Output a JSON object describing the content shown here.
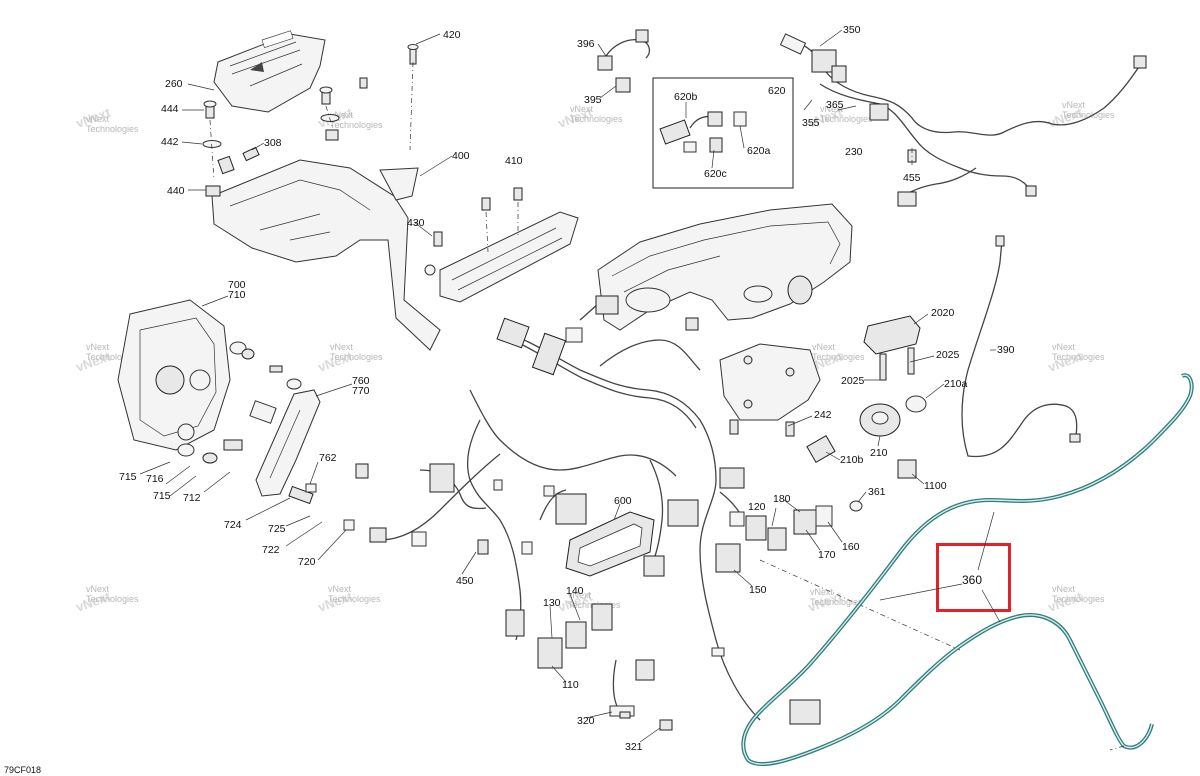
{
  "diagram": {
    "figure_id": "79CF018",
    "watermark_line1": "vNext",
    "watermark_line2": "Technologies",
    "highlight": {
      "label": "360",
      "color": "#e0232a"
    },
    "cable_color": "#2f7d7d",
    "callouts": {
      "c420": "420",
      "c260": "260",
      "c444": "444",
      "c442": "442",
      "c308": "308",
      "c440": "440",
      "c400": "400",
      "c410": "410",
      "c430": "430",
      "c396": "396",
      "c395": "395",
      "c620b": "620b",
      "c620": "620",
      "c620a": "620a",
      "c620c": "620c",
      "c350": "350",
      "c365": "365",
      "c355": "355",
      "c230": "230",
      "c455": "455",
      "c700": "700",
      "c710": "710",
      "c760": "760",
      "c770": "770",
      "c715": "715",
      "c716": "716",
      "c715b": "715",
      "c712": "712",
      "c724": "724",
      "c725": "725",
      "c722": "722",
      "c720": "720",
      "c762": "762",
      "c2020": "2020",
      "c2025": "2025",
      "c2025b": "2025",
      "c390": "390",
      "c210a": "210a",
      "c242": "242",
      "c210": "210",
      "c210b": "210b",
      "c1100": "1100",
      "c361": "361",
      "c600": "600",
      "c120": "120",
      "c180": "180",
      "c170": "170",
      "c160": "160",
      "c150": "150",
      "c450": "450",
      "c140": "140",
      "c130": "130",
      "c110": "110",
      "c320": "320",
      "c321": "321",
      "c360": "360"
    }
  }
}
